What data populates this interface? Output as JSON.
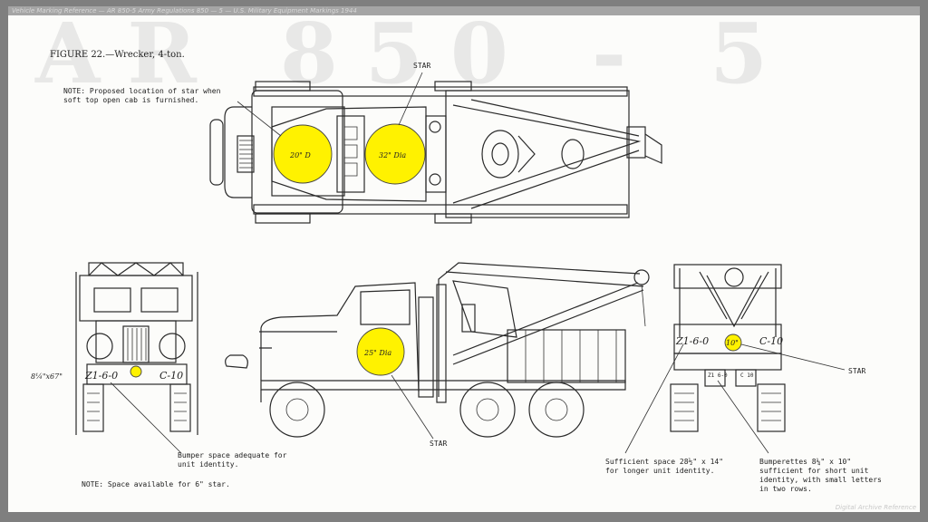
{
  "header_strip": "Vehicle Marking Reference — AR 850-5 Army Regulations 850 — 5 — U.S. Military Equipment Markings 1944",
  "watermark": "AR 850 - 5",
  "footer_tag": "Digital Archive Reference",
  "figure_title": "FIGURE 22.—Wrecker, 4-ton.",
  "top_note": "NOTE:  Proposed location of star when\n       soft top open cab is furnished.",
  "labels": {
    "star_top": "STAR",
    "star_side": "STAR",
    "star_rear": "STAR",
    "dim_20": "20\" D",
    "dim_32": "32\" Dia",
    "dim_25": "25\" Dia",
    "dim_10": "10\"",
    "front_dim": "8¼\"x67\"",
    "front_unit": "Z1-6-0",
    "front_code": "C-10",
    "rear_unit": "Z1-6-0",
    "rear_code": "C-10",
    "rear_small_1": "Z1\n6-0",
    "rear_small_2": "C\n10"
  },
  "notes": {
    "bumper": "Bumper space adequate for\nunit identity.",
    "space6": "NOTE:  Space available for 6\" star.",
    "sufficient": "Sufficient space 28½\" x 14\"\nfor longer unit identity.",
    "bumperettes": "Bumperettes 8¼\" x 10\"\nsufficient for short unit\nidentity, with small letters\nin two rows."
  },
  "colors": {
    "star_fill": "#fff200",
    "line": "#2a2a2a",
    "paper": "#fcfcfa"
  }
}
